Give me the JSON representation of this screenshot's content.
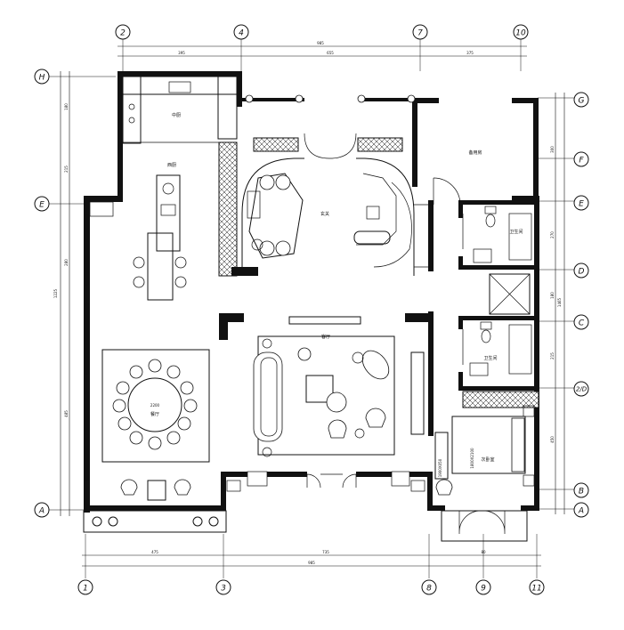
{
  "axes": {
    "top": [
      "2",
      "4",
      "7",
      "10"
    ],
    "bottom": [
      "1",
      "3",
      "8",
      "9",
      "11"
    ],
    "left": [
      "H",
      "E",
      "A"
    ],
    "right": [
      "G",
      "F",
      "E",
      "D",
      "C",
      "2/D",
      "B",
      "A"
    ]
  },
  "rooms": {
    "kitchen": "中厨",
    "western_kitchen": "西厨",
    "spare_room": "备用房",
    "foyer": "玄关",
    "bathroom_upper": "卫生间",
    "bathroom_lower": "卫生间",
    "living_room": "客厅",
    "dining_room": "餐厅",
    "maid_room": "次卧室"
  },
  "labels": {
    "table_size": "2200",
    "bed_size_1": "1800X2100",
    "bed_size_2": "1900X050"
  },
  "dimensions": {
    "top": [
      "395",
      "655",
      "375",
      "985"
    ],
    "bottom": [
      "475",
      "735",
      "80",
      "985"
    ],
    "left": [
      "180",
      "215",
      "280",
      "485",
      "1225"
    ],
    "right": [
      "300",
      "270",
      "180",
      "215",
      "450",
      "1465"
    ]
  }
}
